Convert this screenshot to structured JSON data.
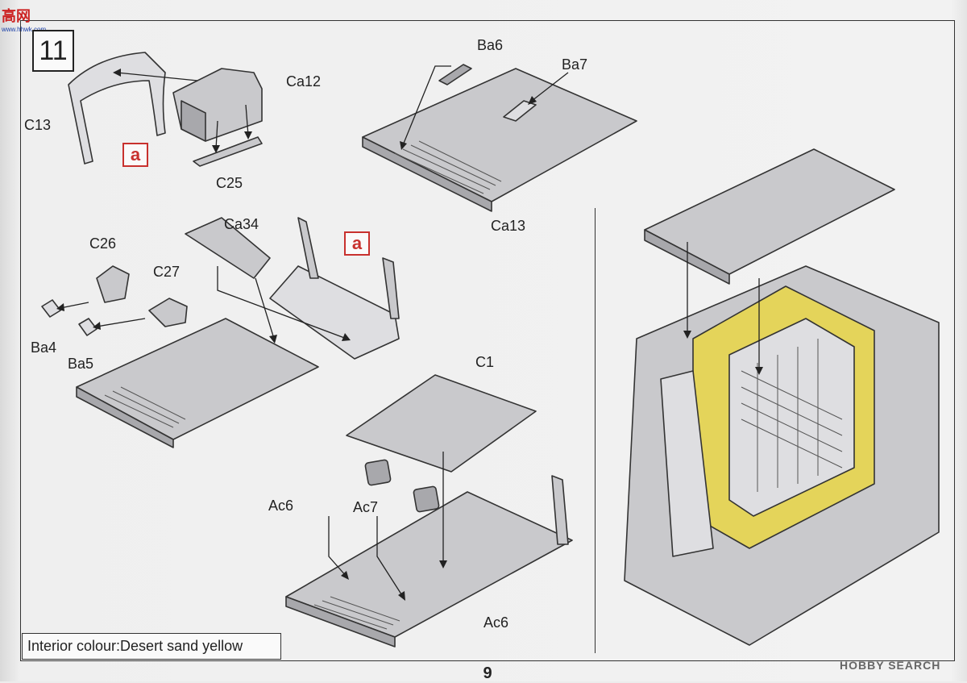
{
  "step": {
    "number": "11"
  },
  "watermark": {
    "logo_text": "高",
    "logo_text2": "网",
    "logo_url_text": "www.hhwk.com",
    "brand": "HOBBY SEARCH"
  },
  "labels": {
    "c13": "C13",
    "ca12": "Ca12",
    "c25": "C25",
    "ba6": "Ba6",
    "ba7": "Ba7",
    "ca13": "Ca13",
    "c26": "C26",
    "ca34": "Ca34",
    "c27": "C27",
    "ba4": "Ba4",
    "ba5": "Ba5",
    "c1": "C1",
    "ac6_left": "Ac6",
    "ac7": "Ac7",
    "ac6_bottom": "Ac6"
  },
  "markers": {
    "ref_a_top": "a",
    "ref_a_mid": "a"
  },
  "note": {
    "colour": "Interior colour:Desert sand yellow"
  },
  "page_number": "9",
  "colors": {
    "part_grey": "#c9c9cc",
    "interior_yellow": "#e4d45a",
    "ref_red": "#c8312e"
  }
}
